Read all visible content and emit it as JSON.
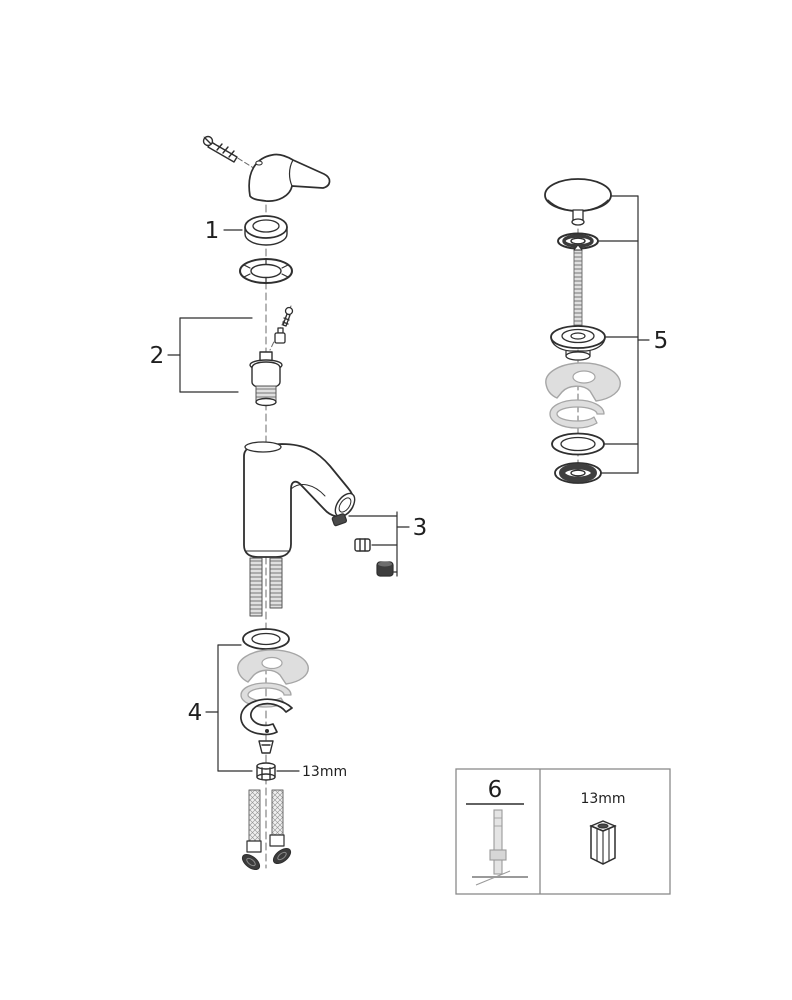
{
  "diagram": {
    "type": "exploded-parts-diagram",
    "callouts": {
      "n1": "1",
      "n2": "2",
      "n3": "3",
      "n4": "4",
      "n5": "5",
      "n6": "6"
    },
    "labels": {
      "wrench_size": "13mm",
      "box_wrench_size": "13mm"
    },
    "colors": {
      "line": "#2f2f2f",
      "muted": "#a6a6a6",
      "gray_fill": "#dedede"
    }
  }
}
